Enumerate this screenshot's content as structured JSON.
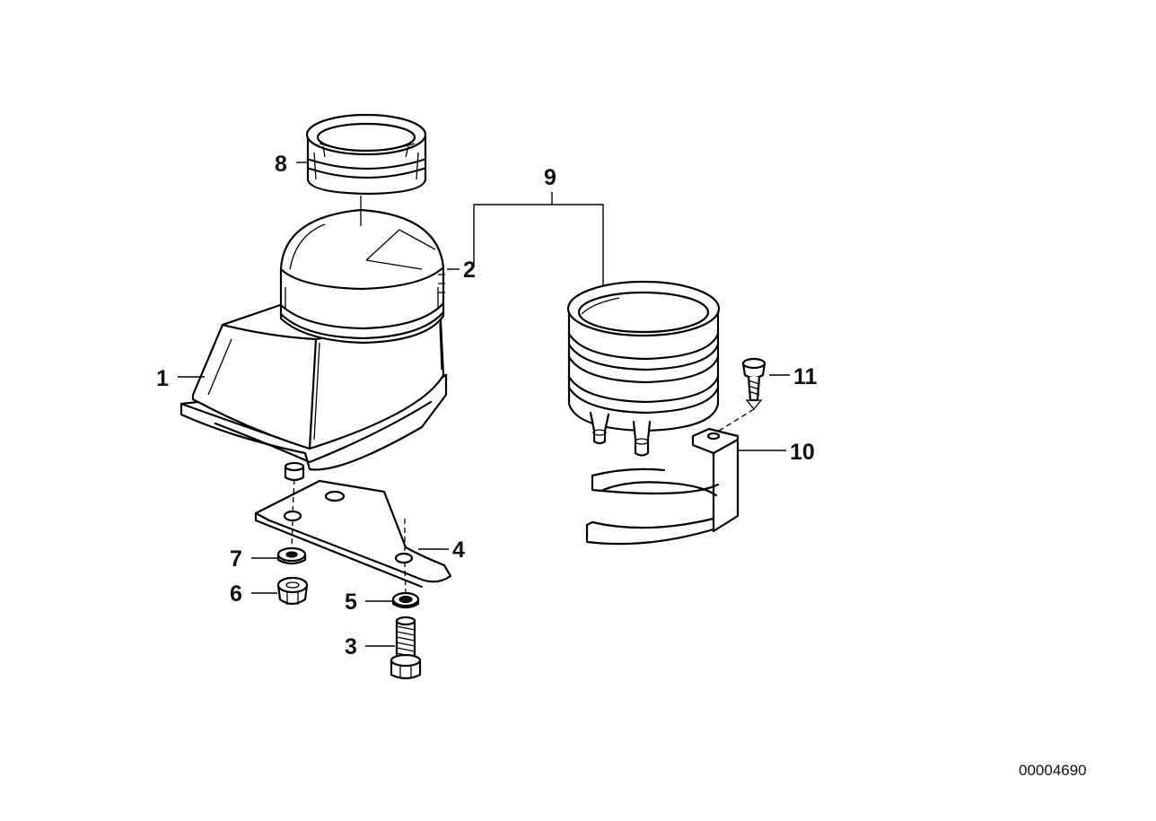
{
  "diagram": {
    "callouts": [
      {
        "id": "1",
        "label": "1"
      },
      {
        "id": "2",
        "label": "2"
      },
      {
        "id": "3",
        "label": "3"
      },
      {
        "id": "4",
        "label": "4"
      },
      {
        "id": "5",
        "label": "5"
      },
      {
        "id": "6",
        "label": "6"
      },
      {
        "id": "7",
        "label": "7"
      },
      {
        "id": "8",
        "label": "8"
      },
      {
        "id": "9",
        "label": "9"
      },
      {
        "id": "10",
        "label": "10"
      },
      {
        "id": "11",
        "label": "11"
      }
    ],
    "drawing_number": "00004690"
  }
}
